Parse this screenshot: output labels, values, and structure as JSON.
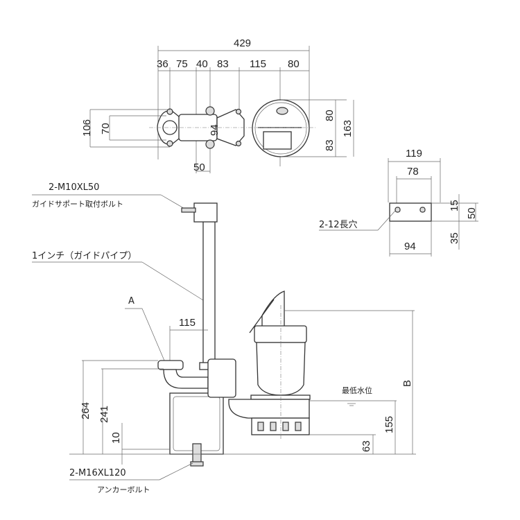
{
  "top_view": {
    "overall_width": "429",
    "segments": [
      "36",
      "75",
      "40",
      "83",
      "115",
      "80"
    ],
    "left_height_outer": "106",
    "left_height_inner": "70",
    "center_height": "94",
    "bottom_width": "50",
    "right_upper": "80",
    "right_lower": "83",
    "right_total": "163"
  },
  "guide_support": {
    "bolt_spec": "2-M10XL50",
    "bolt_name": "ガイドサポート取付ボルト",
    "width_outer": "119",
    "width_inner": "78",
    "slot_offset": "15",
    "height": "50",
    "lower_offset": "35",
    "bottom_width": "94",
    "slot_label": "2-12長穴"
  },
  "side_view": {
    "guide_pipe": "1インチ（ガイドパイプ）",
    "detail_label": "A",
    "pipe_offset": "115",
    "height_264": "264",
    "height_241": "241",
    "height_10": "10",
    "min_water_level": "最低水位",
    "height_155": "155",
    "height_63": "63",
    "height_b": "B",
    "anchor_spec": "2-M16XL120",
    "anchor_name": "アンカーボルト"
  }
}
